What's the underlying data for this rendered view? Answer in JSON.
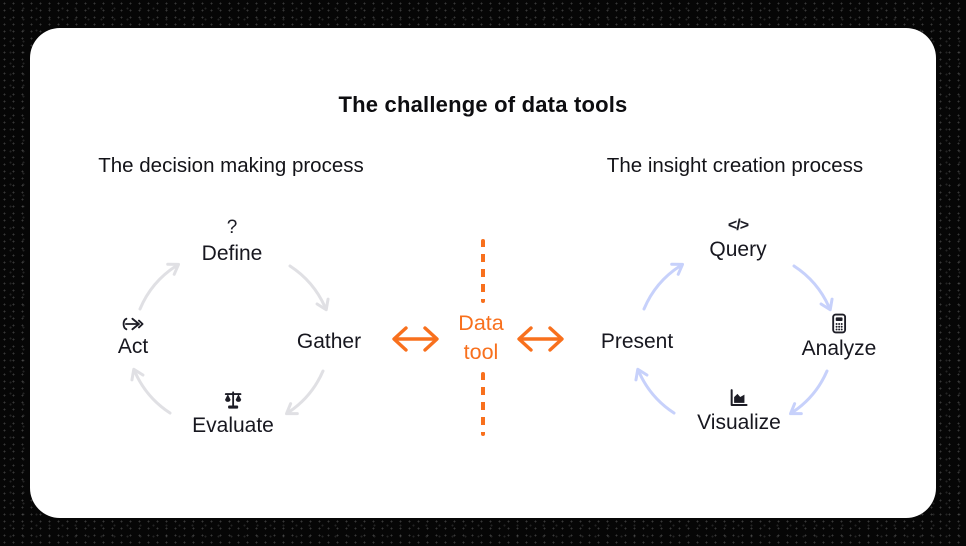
{
  "title": "The challenge of data tools",
  "left_process": {
    "title": "The decision making process",
    "nodes": [
      {
        "label": "Define",
        "icon": "question-mark",
        "glyph": "?"
      },
      {
        "label": "Gather"
      },
      {
        "label": "Evaluate",
        "icon": "scales"
      },
      {
        "label": "Act",
        "icon": "two-headed-arrow"
      }
    ],
    "arrow_color": "#e0e0e4",
    "flow": [
      "Define",
      "Gather",
      "Evaluate",
      "Act"
    ]
  },
  "right_process": {
    "title": "The insight creation process",
    "nodes": [
      {
        "label": "Query",
        "icon": "code",
        "glyph": "</>"
      },
      {
        "label": "Analyze",
        "icon": "calculator"
      },
      {
        "label": "Visualize",
        "icon": "area-chart"
      },
      {
        "label": "Present"
      }
    ],
    "arrow_color": "#c7d1fb",
    "flow": [
      "Query",
      "Analyze",
      "Visualize",
      "Present"
    ]
  },
  "center": {
    "line1": "Data",
    "line2": "tool",
    "accent_color": "#f8701d"
  }
}
